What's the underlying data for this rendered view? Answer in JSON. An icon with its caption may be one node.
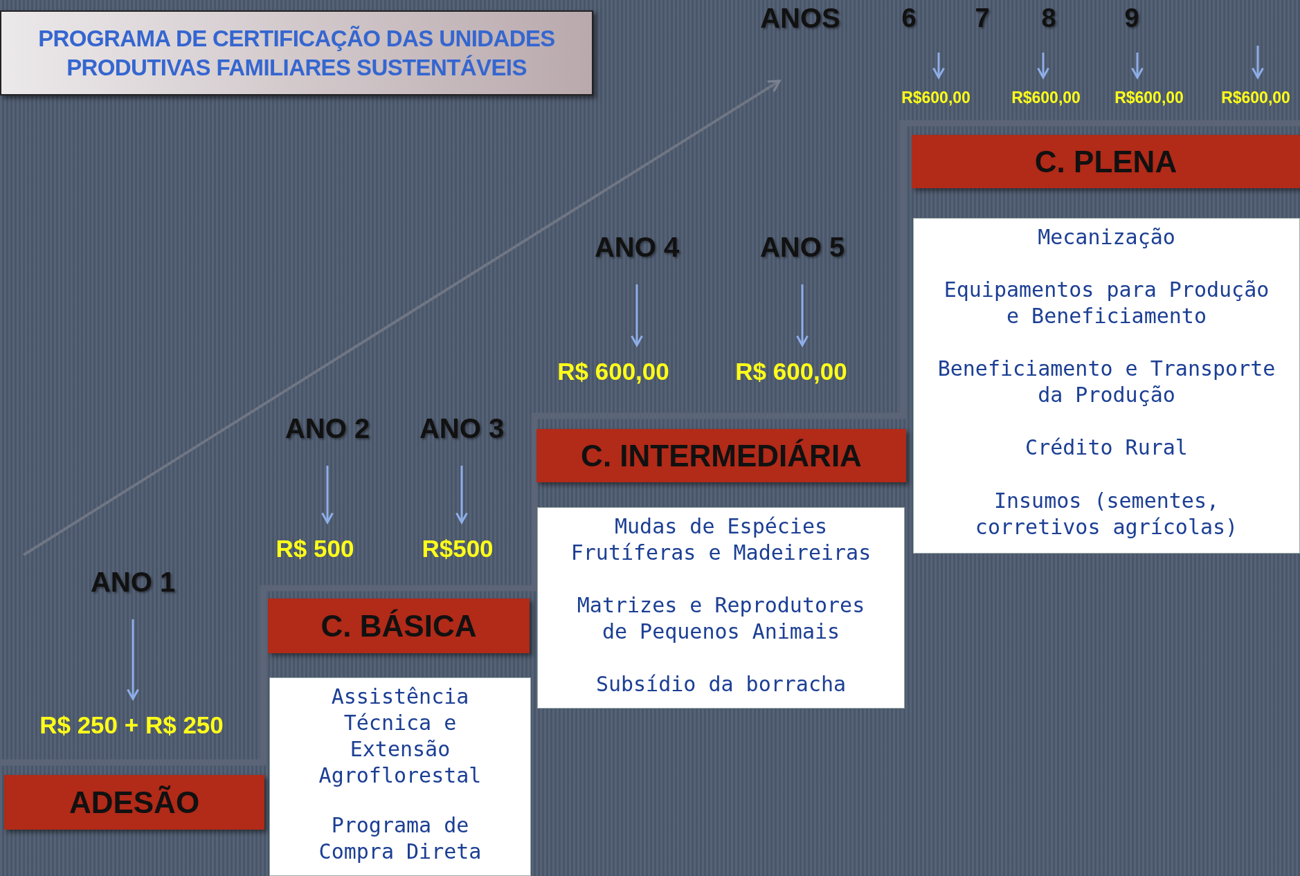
{
  "diagram": {
    "title": "PROGRAMA DE CERTIFICAÇÃO DAS UNIDADES PRODUTIVAS FAMILIARES SUSTENTÁVEIS",
    "nodes": [
      {
        "text": [
          "ANO 1"
        ]
      },
      {
        "text": [
          "R$ 250 + R$ 250"
        ]
      },
      {
        "text": [
          "ADESÃO"
        ]
      },
      {
        "text": [
          "ANO 2"
        ]
      },
      {
        "text": [
          "ANO 3"
        ]
      },
      {
        "text": [
          "R$ 500"
        ]
      },
      {
        "text": [
          "R$500"
        ]
      },
      {
        "text": [
          "C. BÁSICA"
        ]
      },
      {
        "text": [
          "Assistência Técnica e Extensão Agroflorestal",
          "Programa de Compra Direta"
        ]
      },
      {
        "text": [
          "ANO 4"
        ]
      },
      {
        "text": [
          "ANO 5"
        ]
      },
      {
        "text": [
          "R$ 600,00"
        ]
      },
      {
        "text": [
          "R$ 600,00"
        ]
      },
      {
        "text": [
          "C. INTERMEDIÁRIA"
        ]
      },
      {
        "text": [
          "Mudas de Espécies Frutíferas e Madeireiras",
          "Matrizes e Reprodutores de Pequenos Animais",
          "Subsídio da borracha"
        ]
      },
      {
        "text": [
          "6"
        ]
      },
      {
        "text": [
          "7"
        ]
      },
      {
        "text": [
          "8"
        ]
      },
      {
        "text": [
          "9"
        ]
      },
      {
        "text": [
          "R$600,00"
        ]
      },
      {
        "text": [
          "R$600,00"
        ]
      },
      {
        "text": [
          "R$600,00"
        ]
      },
      {
        "text": [
          "R$600,00"
        ]
      },
      {
        "text": [
          "C. PLENA"
        ]
      },
      {
        "text": [
          "Mecanização",
          "Equipamentos para Produção e Beneficiamento",
          "Beneficiamento e Transporte da Produção",
          "Crédito Rural",
          "Insumos (sementes, corretivos agrícolas)"
        ]
      }
    ],
    "edges": [
      {
        "from": 0,
        "to": 1,
        "arrow": "to"
      },
      {
        "from": 3,
        "to": 5,
        "arrow": "to"
      },
      {
        "from": 4,
        "to": 6,
        "arrow": "to"
      },
      {
        "from": 9,
        "to": 11,
        "arrow": "to"
      },
      {
        "from": 10,
        "to": 12,
        "arrow": "to"
      },
      {
        "from": 15,
        "to": 19,
        "arrow": "to"
      },
      {
        "from": 17,
        "to": 20,
        "arrow": "to"
      },
      {
        "from": 18,
        "to": 21,
        "arrow": "to"
      },
      {
        "from": null,
        "to": 22,
        "arrow": "to"
      }
    ],
    "labels": [
      "ANOS"
    ]
  }
}
